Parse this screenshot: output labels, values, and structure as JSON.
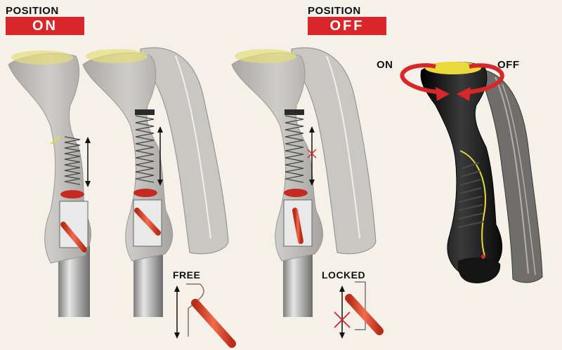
{
  "position_on": {
    "top": "POSITION",
    "badge": "ON"
  },
  "position_off": {
    "top": "POSITION",
    "badge": "OFF"
  },
  "labels": {
    "free": "FREE",
    "locked": "LOCKED",
    "rotate_on": "ON",
    "rotate_off": "OFF"
  },
  "colors": {
    "badge_red": "#d8262b",
    "grip_gray": "#b9b7b3",
    "pin_red": "#e0442c",
    "handle_black": "#1a1a1a",
    "yellow": "#e9d93a"
  }
}
